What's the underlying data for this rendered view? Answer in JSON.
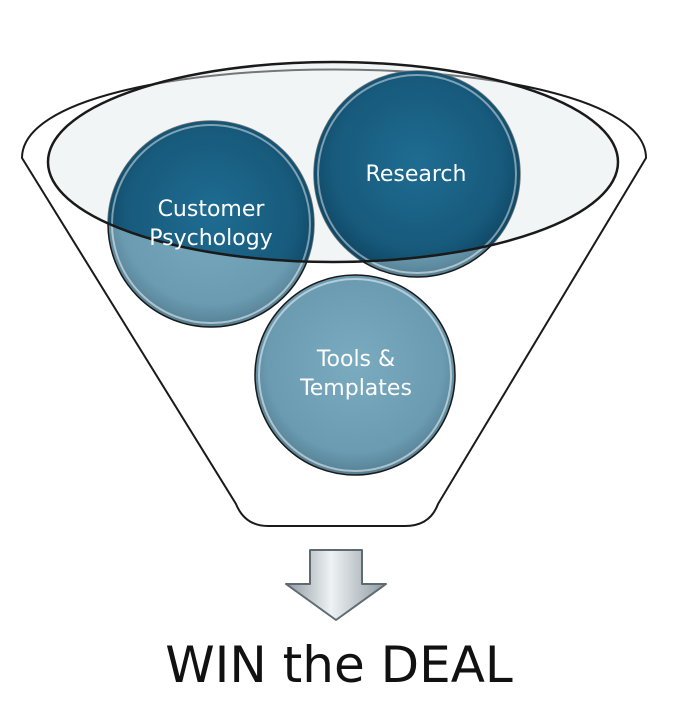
{
  "funnel": {
    "items": [
      {
        "label": "Customer Psychology"
      },
      {
        "label": "Research"
      },
      {
        "label": "Tools & Templates"
      }
    ],
    "outcome": "WIN the DEAL"
  },
  "colors": {
    "dark_ball": "#175a7c",
    "light_ball": "#6c9db3",
    "rim_fill": "#e3e8ec",
    "outline": "#1a1a1a",
    "arrow": "#b8c2c8"
  }
}
